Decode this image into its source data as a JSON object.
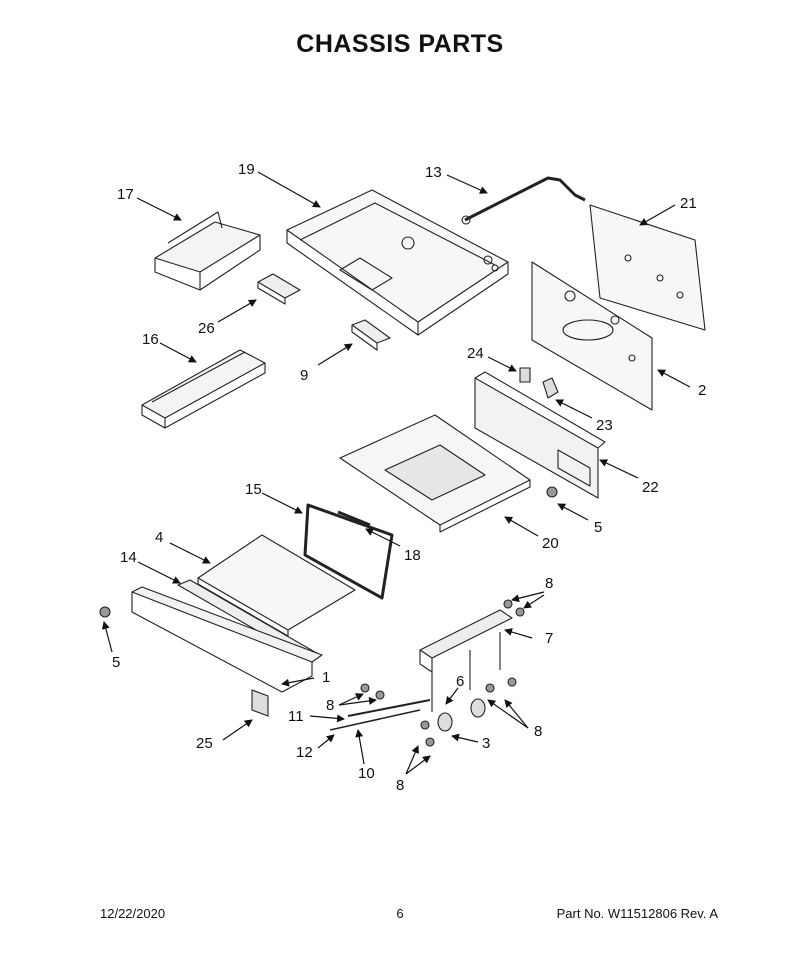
{
  "title": "CHASSIS PARTS",
  "callouts": {
    "c1": "1",
    "c2": "2",
    "c3": "3",
    "c4": "4",
    "c5a": "5",
    "c5b": "5",
    "c6": "6",
    "c7": "7",
    "c8a": "8",
    "c8b": "8",
    "c8c": "8",
    "c8d": "8",
    "c9": "9",
    "c10": "10",
    "c11": "11",
    "c12": "12",
    "c13": "13",
    "c14": "14",
    "c15": "15",
    "c16": "16",
    "c17": "17",
    "c18": "18",
    "c19": "19",
    "c20": "20",
    "c21": "21",
    "c22": "22",
    "c23": "23",
    "c24": "24",
    "c25": "25",
    "c26": "26"
  },
  "footer": {
    "date": "12/22/2020",
    "page": "6",
    "part": "Part No.  W11512806  Rev.  A"
  }
}
